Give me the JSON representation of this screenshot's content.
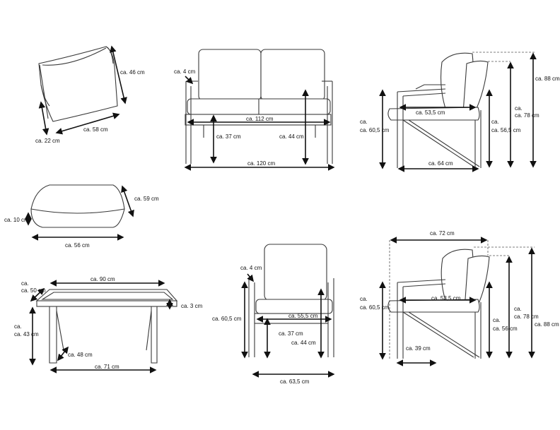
{
  "labels": {
    "cushion_back_h": "ca. 46 cm",
    "cushion_back_w": "ca. 58 cm",
    "cushion_back_d": "ca. 22 cm",
    "sofa_arm": "ca. 4 cm",
    "sofa_seat_w": "ca. 112 cm",
    "sofa_seat_h": "ca. 37 cm",
    "sofa_arm_h": "ca. 44 cm",
    "sofa_total_w": "ca. 120 cm",
    "side_seat_d": "ca. 53,5 cm",
    "side_front_h": "ca. 60,5 cm",
    "side_arm_h": "ca. 56,5 cm",
    "side_back_h": "ca. 78 cm",
    "side_total_h": "ca. 88 cm",
    "side_total_d": "ca. 64 cm",
    "seat_cushion_d": "ca. 59 cm",
    "seat_cushion_h": "ca. 10 cm",
    "seat_cushion_w": "ca. 56 cm",
    "table_w": "ca. 90 cm",
    "table_d": "ca. 50 cm",
    "table_top": "ca. 3 cm",
    "table_h": "ca. 43 cm",
    "table_leg": "ca. 48 cm",
    "table_leg_w": "ca. 71 cm",
    "chair_arm": "ca. 4 cm",
    "chair_front_h": "ca. 60,5 cm",
    "chair_seat_w": "ca. 55,5 cm",
    "chair_seat_h": "ca. 37 cm",
    "chair_arm_h": "ca. 44 cm",
    "chair_total_w": "ca. 63,5 cm",
    "chair_side_total_d": "ca. 72 cm",
    "chair_side_front_h": "ca. 60,5 cm",
    "chair_side_seat_d": "ca. 53,5 cm",
    "chair_side_arm_h": "ca. 56 cm",
    "chair_side_back_h": "ca. 78 cm",
    "chair_side_total_h": "ca. 88 cm",
    "chair_side_leg_d": "ca. 39 cm"
  }
}
